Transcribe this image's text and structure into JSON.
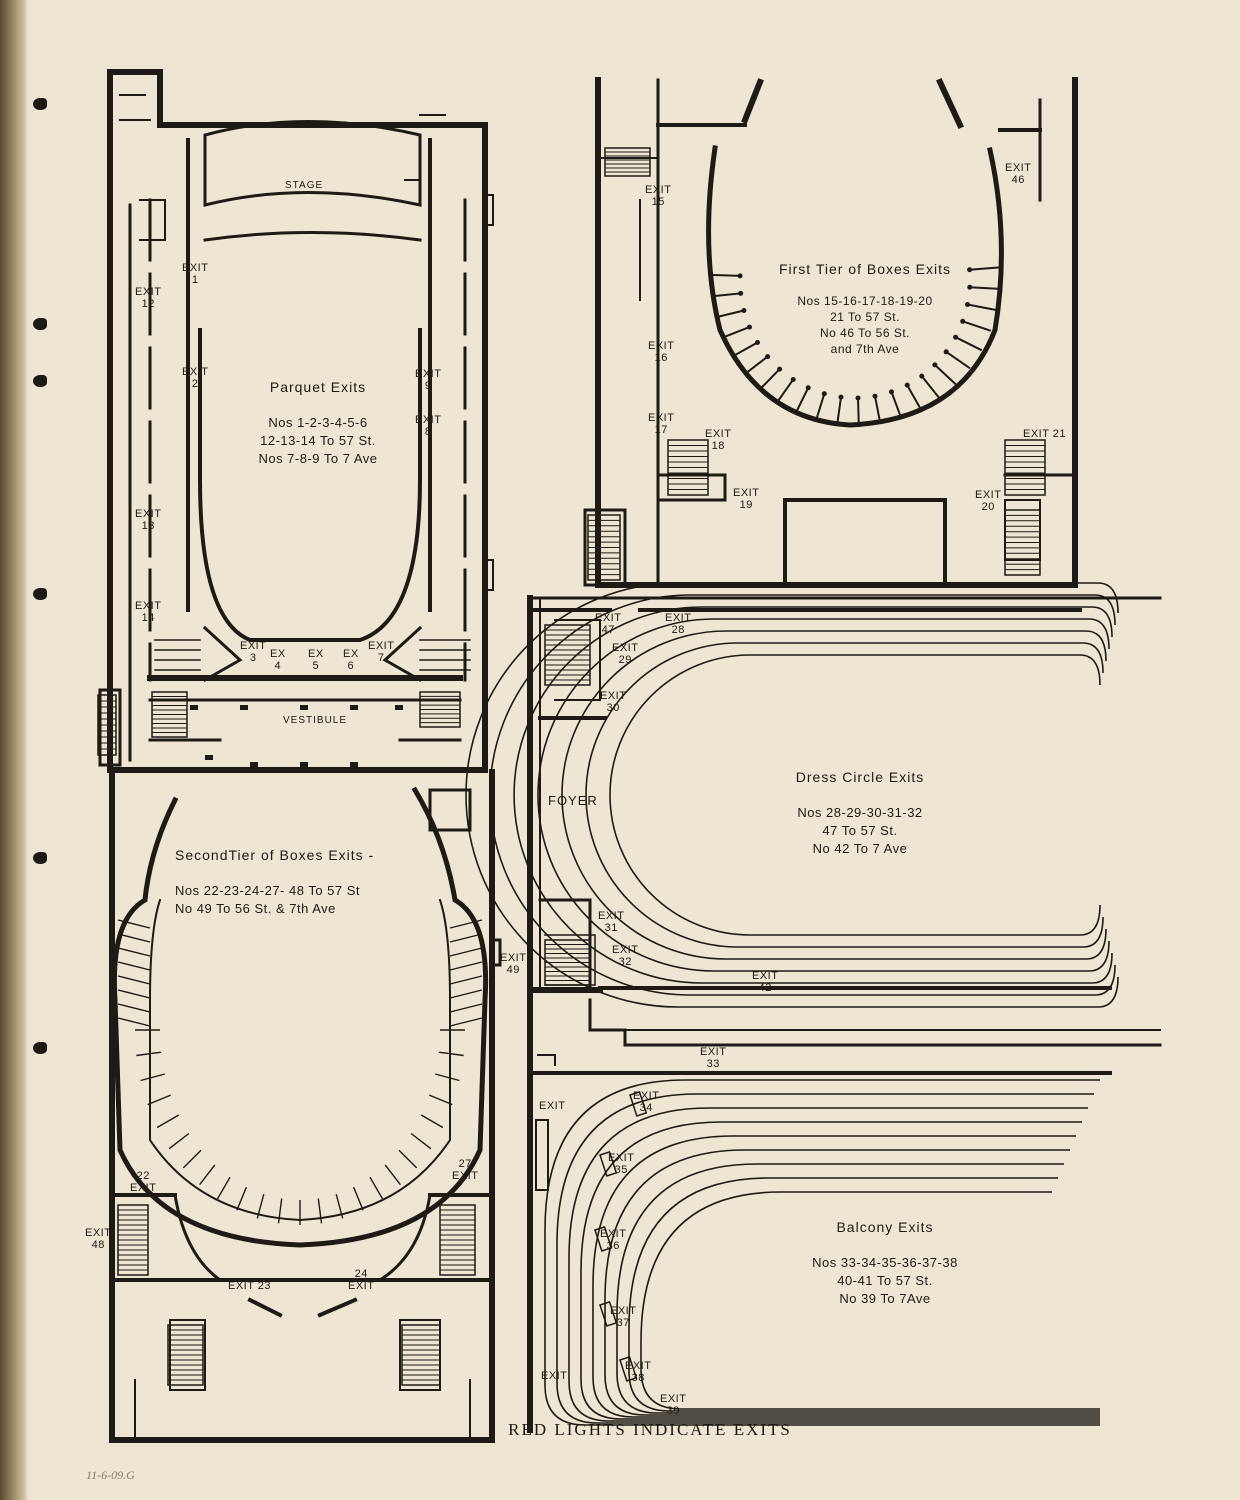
{
  "parquet": {
    "stage": "STAGE",
    "vestibule": "VESTIBULE",
    "title": "Parquet Exits",
    "lines": "Nos 1-2-3-4-5-6\n12-13-14 To 57 St.\nNos 7-8-9 To 7 Ave"
  },
  "first_tier": {
    "title": "First Tier of Boxes Exits",
    "lines": "Nos 15-16-17-18-19-20\n21 To 57 St.\nNo 46 To 56 St.\nand 7th Ave"
  },
  "second_tier": {
    "title": "SecondTier of Boxes Exits -",
    "lines": "Nos 22-23-24-27- 48 To 57 St\nNo 49 To 56 St. & 7th Ave"
  },
  "dress_circle": {
    "foyer": "FOYER",
    "title": "Dress Circle Exits",
    "lines": "Nos 28-29-30-31-32\n47 To 57 St.\nNo 42 To 7 Ave"
  },
  "balcony": {
    "title": "Balcony Exits",
    "lines": "Nos 33-34-35-36-37-38\n40-41 To 57 St.\nNo 39 To 7Ave"
  },
  "exits": [
    {
      "id": "e1",
      "text": "EXIT\n1"
    },
    {
      "id": "e2",
      "text": "EXIT\n2"
    },
    {
      "id": "e3",
      "text": "EXIT\n3"
    },
    {
      "id": "e4",
      "text": "EX\n4"
    },
    {
      "id": "e5",
      "text": "EX\n5"
    },
    {
      "id": "e6",
      "text": "EX\n6"
    },
    {
      "id": "e7",
      "text": "EXIT\n7"
    },
    {
      "id": "e8",
      "text": "EXIT\n8"
    },
    {
      "id": "e9",
      "text": "EXIT\n9"
    },
    {
      "id": "e12",
      "text": "EXIT\n12"
    },
    {
      "id": "e13",
      "text": "EXIT\n13"
    },
    {
      "id": "e14",
      "text": "EXIT\n14"
    },
    {
      "id": "e15",
      "text": "EXIT\n15"
    },
    {
      "id": "e16",
      "text": "EXIT\n16"
    },
    {
      "id": "e17",
      "text": "EXIT\n17"
    },
    {
      "id": "e18",
      "text": "EXIT\n18"
    },
    {
      "id": "e19",
      "text": "EXIT\n19"
    },
    {
      "id": "e20",
      "text": "EXIT\n20"
    },
    {
      "id": "e21",
      "text": "EXIT 21"
    },
    {
      "id": "e46",
      "text": "EXIT\n46"
    },
    {
      "id": "e22",
      "text": "22\nEXIT"
    },
    {
      "id": "e23",
      "text": "EXIT 23"
    },
    {
      "id": "e24",
      "text": "24\nEXIT"
    },
    {
      "id": "e27",
      "text": "27\nEXIT"
    },
    {
      "id": "e48",
      "text": "EXIT\n48"
    },
    {
      "id": "e49",
      "text": "EXIT\n49"
    },
    {
      "id": "e28",
      "text": "EXIT\n28"
    },
    {
      "id": "e29",
      "text": "EXIT\n29"
    },
    {
      "id": "e30",
      "text": "EXIT\n30"
    },
    {
      "id": "e31",
      "text": "EXIT\n31"
    },
    {
      "id": "e32",
      "text": "EXIT\n32"
    },
    {
      "id": "e42",
      "text": "EXIT\n42"
    },
    {
      "id": "e47",
      "text": "EXIT\n47"
    },
    {
      "id": "e33",
      "text": "EXIT\n33"
    },
    {
      "id": "e34",
      "text": "EXIT\n34"
    },
    {
      "id": "e35",
      "text": "EXIT\n35"
    },
    {
      "id": "e36",
      "text": "EXIT\n36"
    },
    {
      "id": "e37",
      "text": "EXIT\n37"
    },
    {
      "id": "e38",
      "text": "EXIT\n38"
    },
    {
      "id": "e39",
      "text": "EXIT\n39"
    },
    {
      "id": "e40",
      "text": "EXIT"
    },
    {
      "id": "e41",
      "text": "EXIT"
    }
  ],
  "footer": "RED LIGHTS INDICATE EXITS",
  "pencil_note": "11-6-09.G"
}
